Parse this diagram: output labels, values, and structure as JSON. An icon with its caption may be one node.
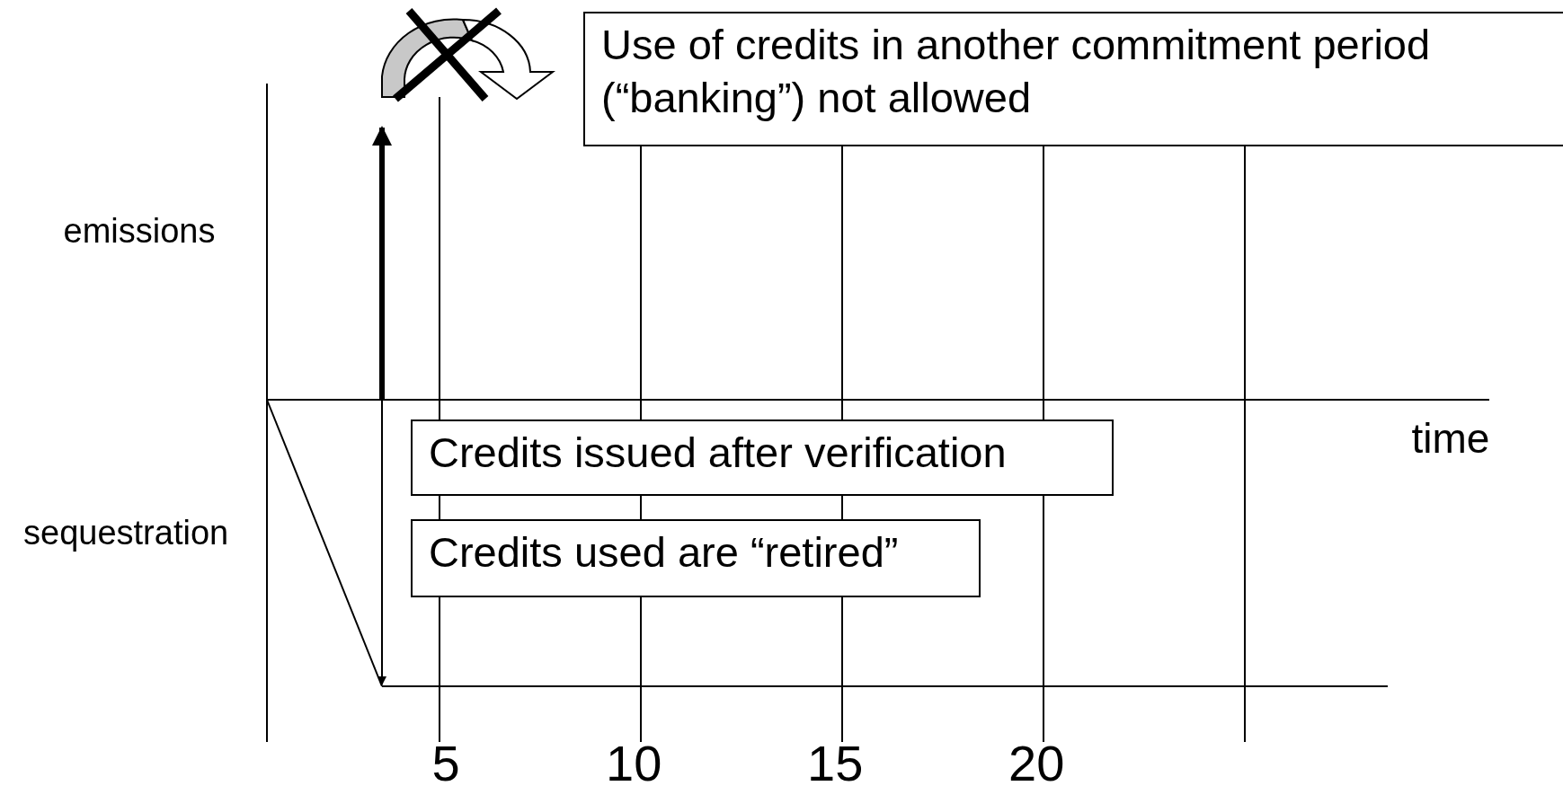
{
  "diagram": {
    "nodes": [
      {
        "text": [
          "Use of credits in another commitment period (“banking”) not allowed"
        ]
      },
      {
        "text": [
          "Credits issued after verification"
        ]
      },
      {
        "text": [
          "Credits used are “retired”"
        ]
      }
    ],
    "edges": [],
    "labels": [
      "emissions",
      "time",
      "sequestration",
      "5",
      "10",
      "15",
      "20"
    ]
  }
}
